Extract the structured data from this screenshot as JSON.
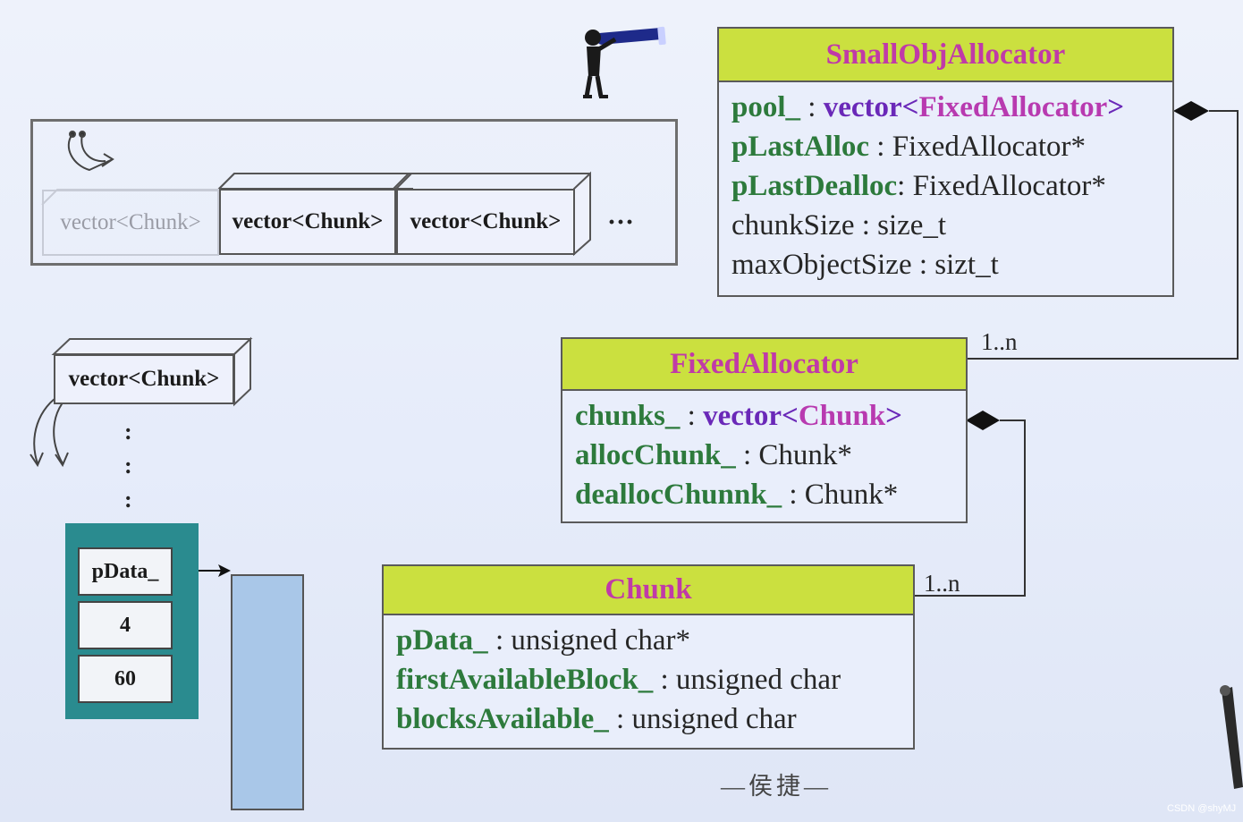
{
  "small_obj_allocator": {
    "title": "SmallObjAllocator",
    "attrs": [
      {
        "name": "pool_",
        "sep": " : ",
        "type": "vector<",
        "generic": "FixedAllocator",
        "close": ">"
      },
      {
        "name": "pLastAlloc",
        "sep": " : ",
        "type": "FixedAllocator*"
      },
      {
        "name": "pLastDealloc",
        "sep": ": ",
        "type": "FixedAllocator*"
      },
      {
        "line": "chunkSize : size_t"
      },
      {
        "line": "maxObjectSize : sizt_t"
      }
    ]
  },
  "fixed_allocator": {
    "title": "FixedAllocator",
    "attrs": [
      {
        "name": "chunks_",
        "sep": " : ",
        "type": "vector<",
        "generic": "Chunk",
        "close": ">"
      },
      {
        "name": "allocChunk_",
        "sep": " : ",
        "type": "Chunk*"
      },
      {
        "name": "deallocChunnk_",
        "sep": " : ",
        "type": "Chunk*"
      }
    ]
  },
  "chunk": {
    "title": "Chunk",
    "attrs": [
      {
        "name": "pData_",
        "sep": " : ",
        "type": "unsigned char*"
      },
      {
        "name": "firstAvailableBlock_",
        "sep": " : ",
        "type": "unsigned char"
      },
      {
        "name": "blocksAvailable_",
        "sep": " : ",
        "type": "unsigned char"
      }
    ]
  },
  "multiplicity": {
    "fixed": "1..n",
    "chunk": "1..n"
  },
  "vectors": {
    "ghost": "vector<Chunk>",
    "cell1": "vector<Chunk>",
    "cell2": "vector<Chunk>",
    "more": "···",
    "single": "vector<Chunk>"
  },
  "chunk_struct": {
    "pdata": "pData_",
    "first": "4",
    "avail": "60"
  },
  "vertical_dots": [
    ":",
    ":",
    ":"
  ],
  "author": "—侯捷—",
  "credit": "CSDN @shyMJ",
  "colors": {
    "header_bg": "#cbe03f",
    "title_text": "#c03aa8",
    "attr_name": "#2d7a3c",
    "generic_type": "#6a28b8",
    "chunk_block": "#2a8b8f",
    "buffer": "#a9c7e8"
  }
}
